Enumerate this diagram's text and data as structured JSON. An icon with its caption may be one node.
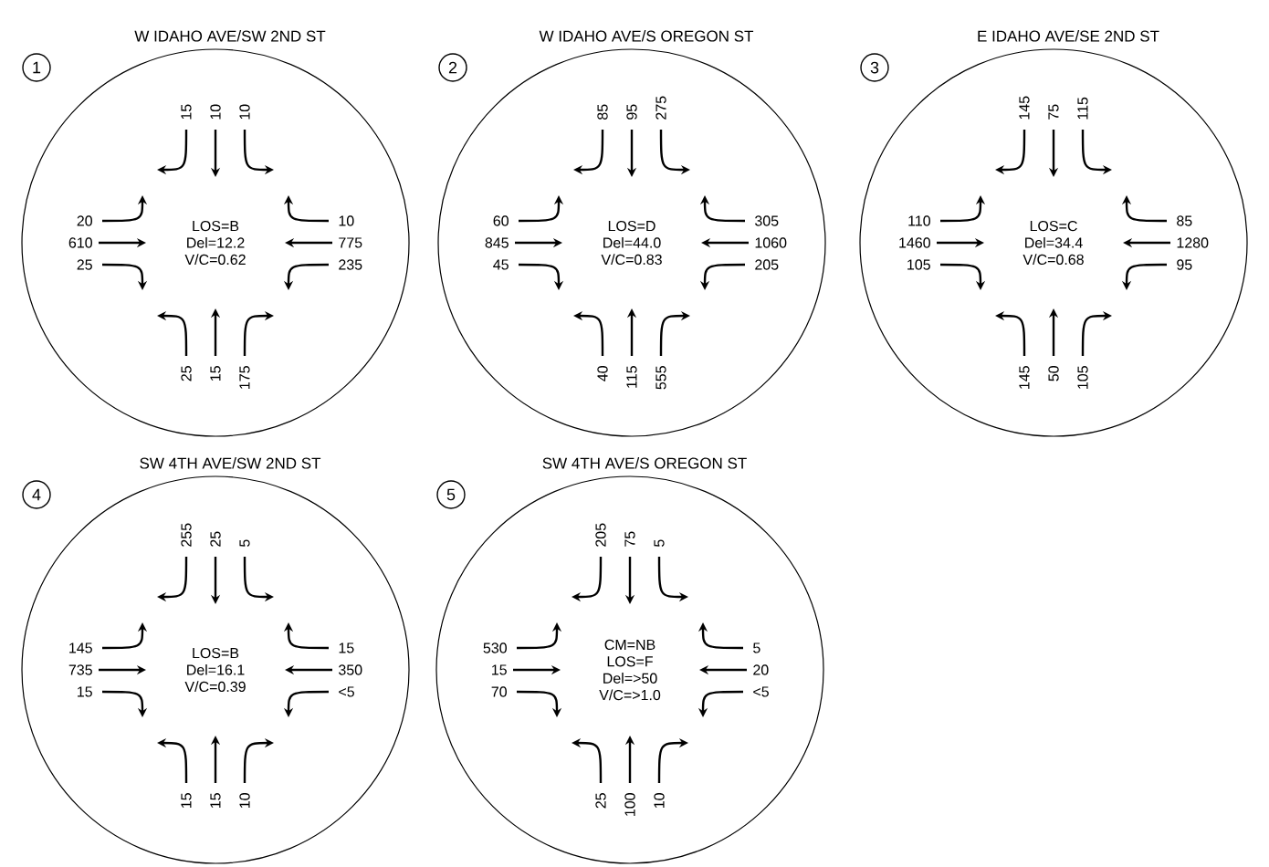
{
  "diagram": {
    "nodes": [
      {
        "text": [
          "1"
        ]
      },
      {
        "text": [
          "W IDAHO AVE/SW 2ND ST",
          "LOS=B Del=12.2 V/C=0.62"
        ]
      },
      {
        "text": [
          "2"
        ]
      },
      {
        "text": [
          "W IDAHO AVE/S OREGON ST",
          "LOS=D Del=44.0 V/C=0.83"
        ]
      },
      {
        "text": [
          "3"
        ]
      },
      {
        "text": [
          "E IDAHO AVE/SE 2ND ST",
          "LOS=C Del=34.4 V/C=0.68"
        ]
      },
      {
        "text": [
          "4"
        ]
      },
      {
        "text": [
          "SW 4TH AVE/SW 2ND ST",
          "LOS=B Del=16.1 V/C=0.39"
        ]
      },
      {
        "text": [
          "5"
        ]
      },
      {
        "text": [
          "SW 4TH AVE/S OREGON ST",
          "CM=NB LOS=F Del=>50 V/C=>1.0"
        ]
      }
    ],
    "labels": [
      "15",
      "10",
      "10",
      "20",
      "610",
      "25",
      "10",
      "775",
      "235",
      "25",
      "15",
      "175",
      "85",
      "95",
      "275",
      "60",
      "845",
      "45",
      "305",
      "1060",
      "205",
      "40",
      "115",
      "555",
      "145",
      "75",
      "115",
      "110",
      "1460",
      "105",
      "85",
      "1280",
      "95",
      "145",
      "50",
      "105",
      "255",
      "25",
      "5",
      "145",
      "735",
      "15",
      "15",
      "350",
      "<5",
      "15",
      "15",
      "10",
      "205",
      "75",
      "5",
      "530",
      "15",
      "70",
      "5",
      "20",
      "<5",
      "25",
      "100",
      "10"
    ]
  }
}
